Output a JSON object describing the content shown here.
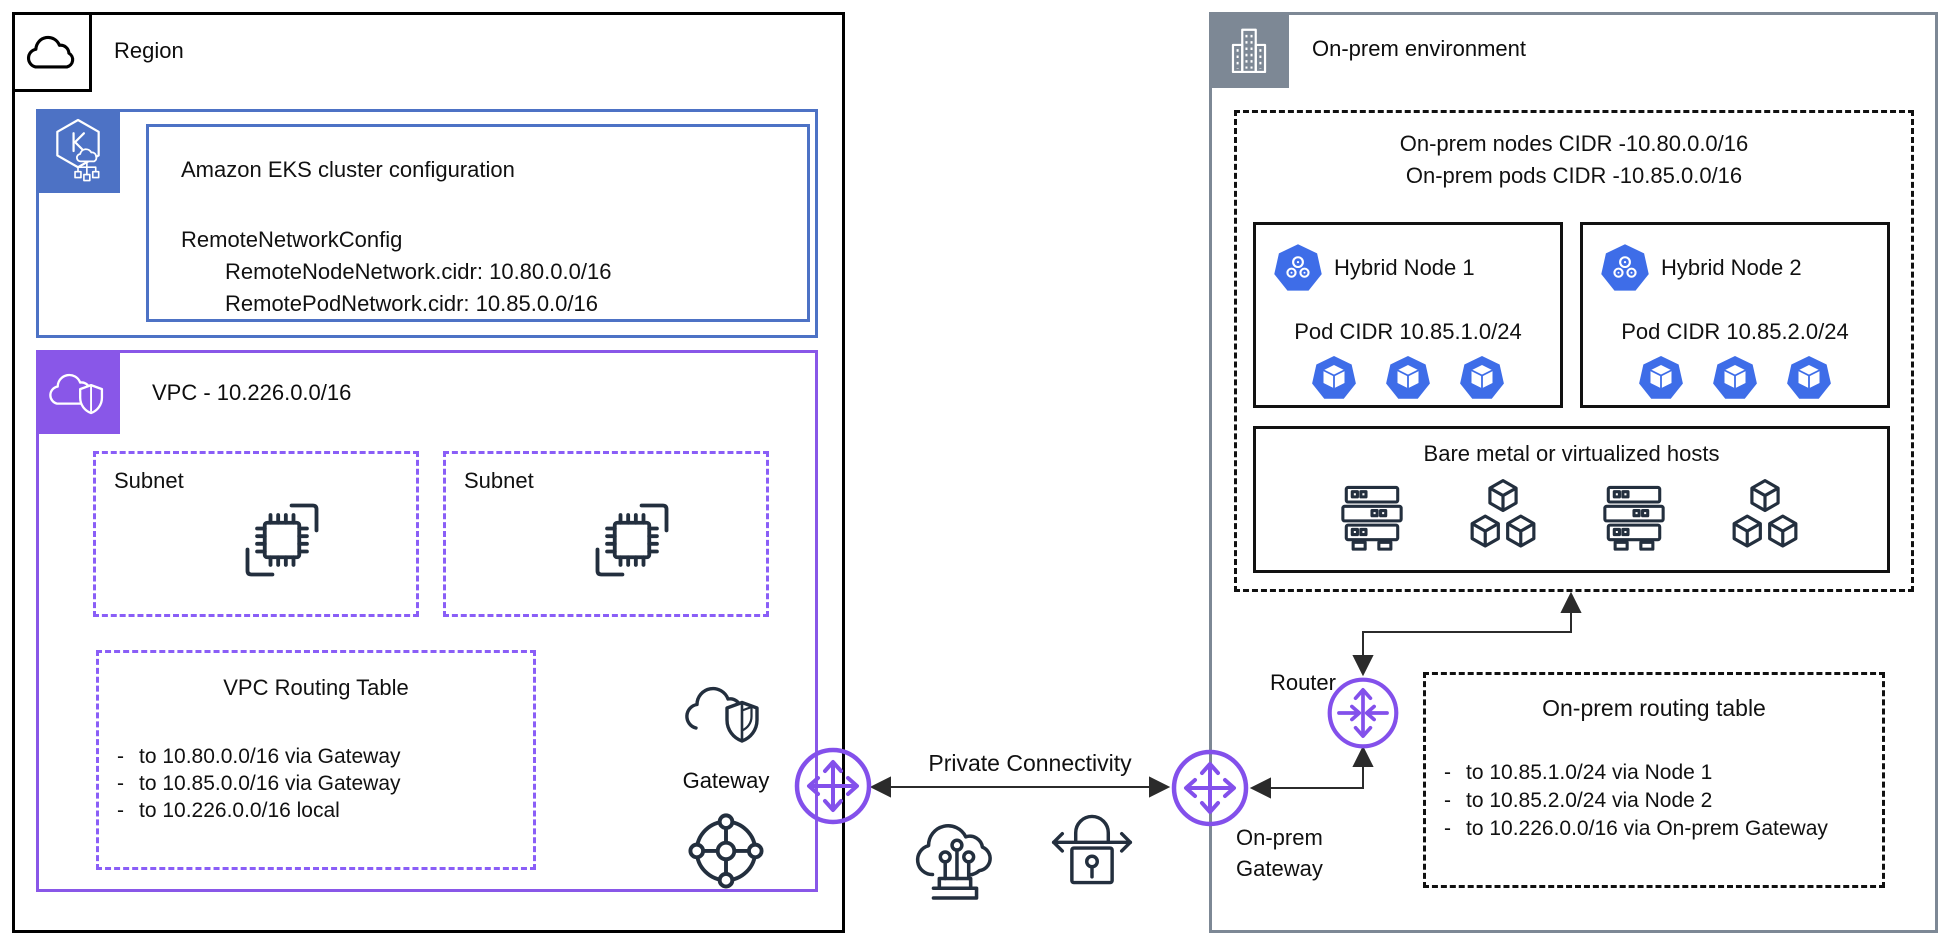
{
  "colors": {
    "aws_blue": "#4d72c5",
    "aws_purple": "#8957e8",
    "subnet_purple": "#8a5ef7",
    "gateway_purple": "#8350eb",
    "onprem_gray": "#7d8895",
    "k8s_blue": "#3e6de8",
    "icon_ink": "#232f3e"
  },
  "region": {
    "title": "Region",
    "eks": {
      "title": "Amazon EKS cluster configuration",
      "lines": [
        "RemoteNetworkConfig",
        "RemoteNodeNetwork.cidr: 10.80.0.0/16",
        "RemotePodNetwork.cidr: 10.85.0.0/16"
      ]
    },
    "vpc": {
      "title": "VPC - 10.226.0.0/16",
      "subnet1_label": "Subnet",
      "subnet2_label": "Subnet",
      "routing_table": {
        "title": "VPC Routing Table",
        "dash": "-",
        "items": [
          "to 10.80.0.0/16 via Gateway",
          "to 10.85.0.0/16 via Gateway",
          "to 10.226.0.0/16 local"
        ]
      },
      "gateway_label": "Gateway"
    }
  },
  "connectivity": {
    "label": "Private Connectivity"
  },
  "onprem": {
    "title": "On-prem environment",
    "cidr_line1": "On-prem nodes CIDR -10.80.0.0/16",
    "cidr_line2": "On-prem pods CIDR -10.85.0.0/16",
    "node1": {
      "title": "Hybrid Node 1",
      "pod_cidr": "Pod CIDR 10.85.1.0/24"
    },
    "node2": {
      "title": "Hybrid Node 2",
      "pod_cidr": "Pod CIDR 10.85.2.0/24"
    },
    "hosts_title": "Bare metal or virtualized hosts",
    "router_label": "Router",
    "gateway_line1": "On-prem",
    "gateway_line2": "Gateway",
    "routing_table": {
      "title": "On-prem routing table",
      "dash": "-",
      "items": [
        "to 10.85.1.0/24 via Node 1",
        "to 10.85.2.0/24 via Node 2",
        "to 10.226.0.0/16 via On-prem Gateway"
      ]
    }
  }
}
